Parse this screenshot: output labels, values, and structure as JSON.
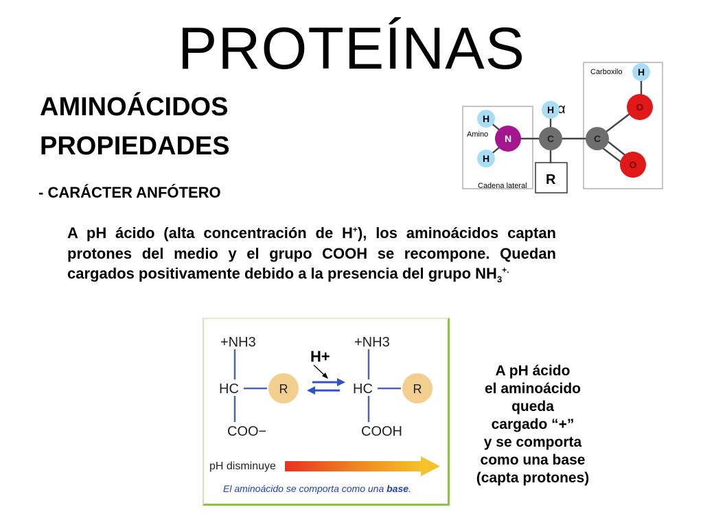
{
  "slide": {
    "title": "PROTEÍNAS",
    "subtitle1": "AMINOÁCIDOS",
    "subtitle2": "PROPIEDADES",
    "property": "- CARÁCTER ANFÓTERO",
    "body": {
      "p1": "A pH ácido (alta concentración de H",
      "sup1": "+",
      "p2": "), los aminoácidos captan protones del medio y el grupo COOH se recompone. Quedan cargados positivamente debido a la presencia del grupo NH",
      "sub1": "3",
      "sup2": "+."
    }
  },
  "structure": {
    "carboxyl_label": "Carboxilo",
    "amino_label": "Amino",
    "side_chain_label": "Cadena lateral",
    "alpha": "α",
    "atom_H": "H",
    "atom_N": "N",
    "atom_C": "C",
    "atom_O": "O",
    "r_group": "R",
    "colors": {
      "H": "#a9dcf5",
      "N": "#a3168e",
      "C": "#6e6e6e",
      "O": "#e01818"
    }
  },
  "reaction": {
    "left": {
      "amine": "+NH3",
      "hc": "HC",
      "r": "R",
      "carboxyl": "COO−"
    },
    "right": {
      "amine": "+NH3",
      "hc": "HC",
      "r": "R",
      "carboxyl": "COOH"
    },
    "proton": "H+",
    "arrow_label": "pH disminuye",
    "caption_pre": "El aminoácido se comporta como una ",
    "caption_bold": "base",
    "caption_post": ".",
    "colors": {
      "bond": "#4a63b6",
      "r_fill": "#f2cf8e",
      "arrow_blue": "#2f52c7",
      "caption_blue": "#1f3fbf"
    }
  },
  "side_note": {
    "lines": [
      "A pH ácido",
      "el aminoácido",
      "queda",
      "cargado “+”",
      "y se comporta",
      "como una base",
      "(capta protones)"
    ]
  }
}
